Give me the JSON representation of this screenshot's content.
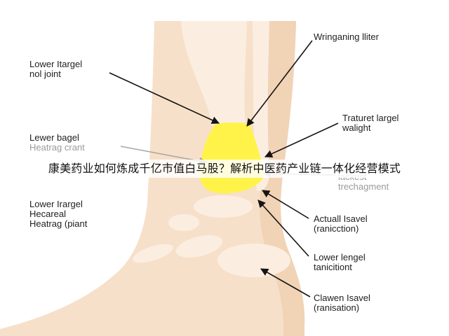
{
  "overlay": {
    "title": "康美药业如何炼成千亿市值白马股？解析中医药产业链一体化经营模式"
  },
  "labels": {
    "wringaning": [
      "Wringaning lliter"
    ],
    "lower_itargel": [
      "Lower Itargel",
      "nol joint"
    ],
    "traturet": [
      "Traturet largel",
      "walight"
    ],
    "lewer_bagel": [
      "Lewer bagel",
      "Heatrag crant"
    ],
    "p_lackest": [
      "P",
      "lackest",
      "trechagment"
    ],
    "lower_irargel": [
      "Lower Irargel",
      "Hecareal",
      "Heatrag (piant"
    ],
    "actuall": [
      "Actuall Isavel",
      "(ranicction)"
    ],
    "lower_lengel": [
      "Lower lengel",
      "tanicitiont"
    ],
    "clawen": [
      "Clawen Isavel",
      "(ranisation)"
    ]
  },
  "colors": {
    "skin": "#f7e0c9",
    "skin_shadow": "#efcfb2",
    "bone": "#fbeee1",
    "highlight": "#fff34a",
    "arrow": "#141414",
    "arrow_faded": "#a8a8a8"
  }
}
